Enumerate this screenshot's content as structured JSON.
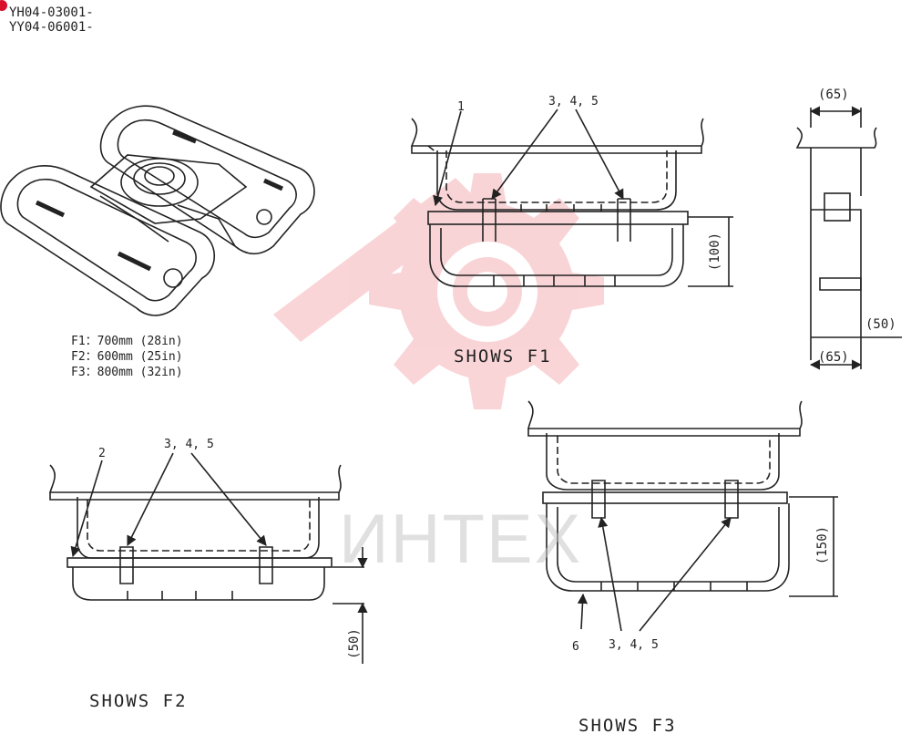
{
  "header": {
    "codes": [
      "YH04-03001-",
      "YY04-06001-"
    ]
  },
  "specs": [
    "F1：700mm  (28in)",
    "F2：600mm  (25in)",
    "F3：800mm  (32in)"
  ],
  "views": {
    "f1": {
      "caption": "SHOWS F1",
      "callout_part": "1",
      "callout_fasteners": "3, 4, 5",
      "dim_height": "(100)"
    },
    "f2": {
      "caption": "SHOWS F2",
      "callout_part": "2",
      "callout_fasteners": "3, 4, 5",
      "dim_height": "(50)"
    },
    "f3": {
      "caption": "SHOWS F3",
      "callout_part": "6",
      "callout_fasteners": "3, 4, 5",
      "dim_height": "(150)"
    },
    "side": {
      "dim_top": "(65)",
      "dim_bottom": "(65)",
      "dim_offset": "(50)"
    }
  },
  "watermark": {
    "text": "ИНТЕХ",
    "color": "#e8424a"
  },
  "colors": {
    "line": "#222222",
    "mark": "#d8102a"
  }
}
